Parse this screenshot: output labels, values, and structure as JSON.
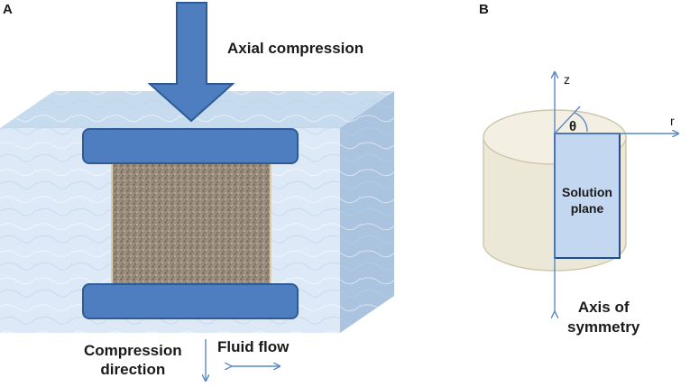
{
  "panel_a": {
    "letter": "A",
    "axial_label": "Axial compression",
    "compression_direction_label": [
      "Compression",
      "direction"
    ],
    "fluid_flow_label": "Fluid flow"
  },
  "panel_b": {
    "letter": "B",
    "z_label": "z",
    "r_label": "r",
    "theta_label": "θ",
    "solution_plane_label": [
      "Solution",
      "plane"
    ],
    "axis_label": [
      "Axis of",
      "symmetry"
    ]
  },
  "colors": {
    "block_front": "#dde9f6",
    "block_top": "#c7dbef",
    "block_side": "#aac3df",
    "platen_fill": "#4f7ec0",
    "platen_stroke": "#2e5b95",
    "sample_fill": "#9a8c7c",
    "cylinder_fill": "#ece8d8",
    "cylinder_stroke": "#cfc8ad",
    "plane_fill": "#c4d7f0",
    "plane_stroke": "#1f4e8c",
    "axis_line": "#5b88c6"
  }
}
